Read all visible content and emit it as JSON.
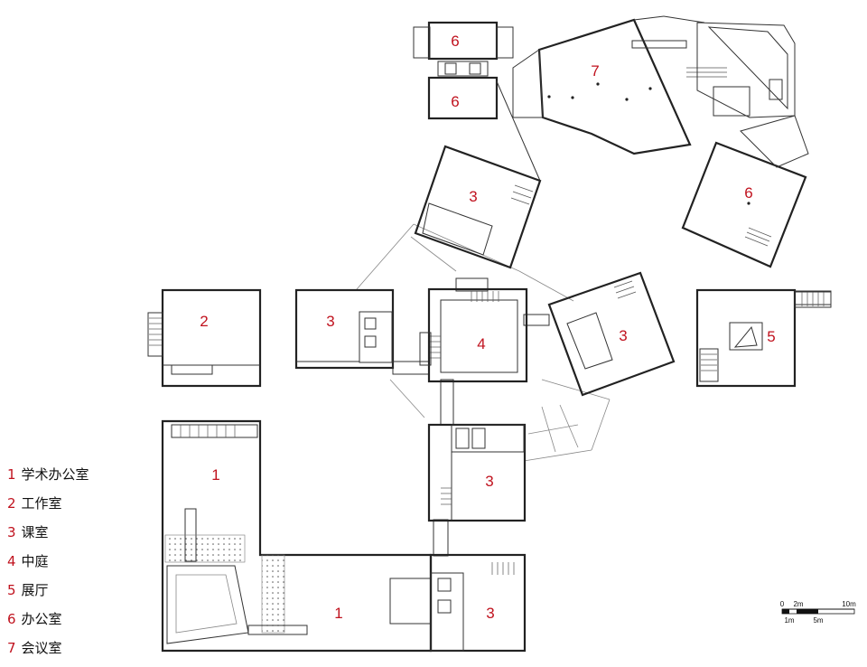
{
  "rooms": [
    {
      "num": "1"
    },
    {
      "num": "1"
    },
    {
      "num": "2"
    },
    {
      "num": "3"
    },
    {
      "num": "3"
    },
    {
      "num": "3"
    },
    {
      "num": "3"
    },
    {
      "num": "3"
    },
    {
      "num": "4"
    },
    {
      "num": "5"
    },
    {
      "num": "6"
    },
    {
      "num": "6"
    },
    {
      "num": "6"
    },
    {
      "num": "7"
    }
  ],
  "legend": [
    {
      "num": "1",
      "label": "学术办公室"
    },
    {
      "num": "2",
      "label": "工作室"
    },
    {
      "num": "3",
      "label": "课室"
    },
    {
      "num": "4",
      "label": "中庭"
    },
    {
      "num": "5",
      "label": "展厅"
    },
    {
      "num": "6",
      "label": "办公室"
    },
    {
      "num": "7",
      "label": "会议室"
    }
  ],
  "scale_bar": {
    "top_labels": [
      "0",
      "2m",
      "10m"
    ],
    "bottom_labels": [
      "1m",
      "5m"
    ]
  },
  "colors": {
    "room_number": "#c0121e",
    "wall": "#222222"
  }
}
